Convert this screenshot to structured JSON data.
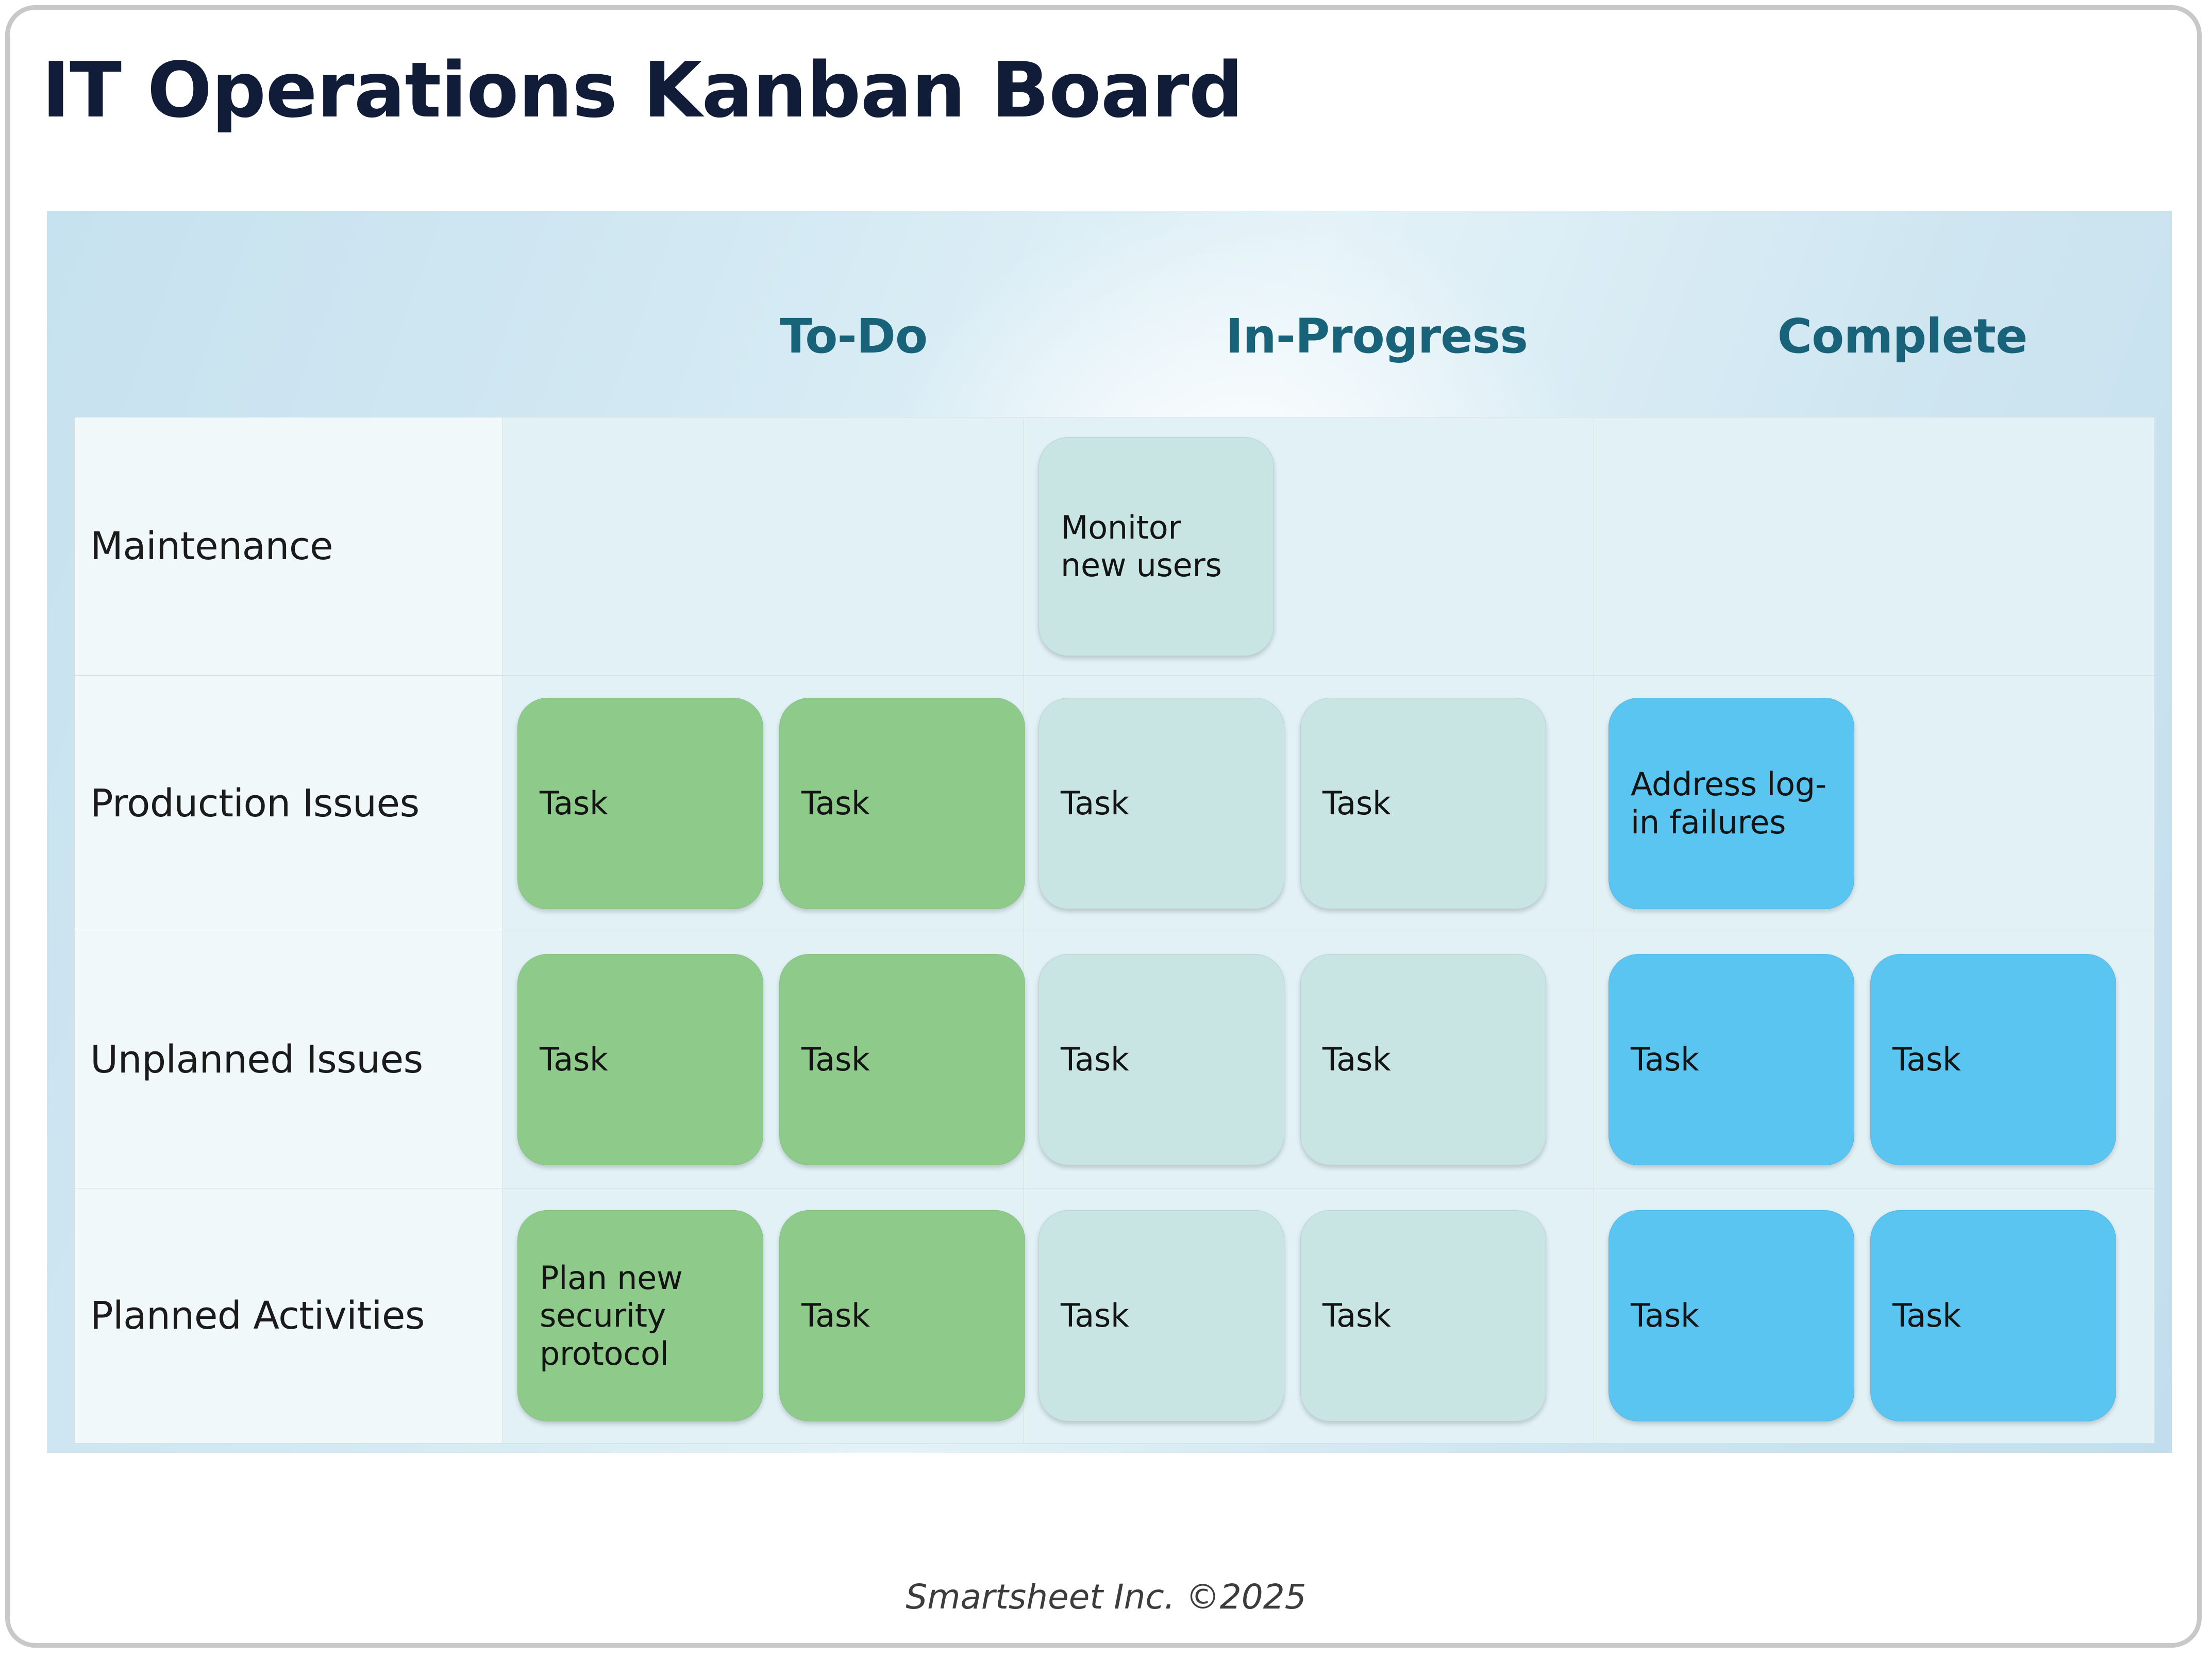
{
  "page": {
    "title": "IT Operations Kanban Board",
    "footer": "Smartsheet Inc. ©2025"
  },
  "colors": {
    "title_text": "#101c38",
    "column_header_text": "#186379",
    "panel_gradient_start": "#c6e1ef",
    "panel_gradient_end": "#c2deee",
    "row_label_cell_bg": "#f0f8fa",
    "lane_cell_bg": "#e1f1f6",
    "card_todo": "#8ecb8a",
    "card_in_progress": "#c8e5e3",
    "card_complete": "#5ac5f0",
    "grid_line": "#d7dfe2"
  },
  "board": {
    "columns": [
      {
        "id": "todo",
        "label": "To-Do"
      },
      {
        "id": "in-progress",
        "label": "In-Progress"
      },
      {
        "id": "complete",
        "label": "Complete"
      }
    ],
    "rows": [
      {
        "id": "maintenance",
        "label": "Maintenance",
        "cells": {
          "todo": [],
          "in-progress": [
            {
              "text": "Monitor new users"
            }
          ],
          "complete": []
        }
      },
      {
        "id": "production-issues",
        "label": "Production Issues",
        "cells": {
          "todo": [
            {
              "text": "Task"
            },
            {
              "text": "Task"
            }
          ],
          "in-progress": [
            {
              "text": "Task"
            },
            {
              "text": "Task"
            }
          ],
          "complete": [
            {
              "text": "Address log-in failures"
            }
          ]
        }
      },
      {
        "id": "unplanned-issues",
        "label": "Unplanned Issues",
        "cells": {
          "todo": [
            {
              "text": "Task"
            },
            {
              "text": "Task"
            }
          ],
          "in-progress": [
            {
              "text": "Task"
            },
            {
              "text": "Task"
            }
          ],
          "complete": [
            {
              "text": "Task"
            },
            {
              "text": "Task"
            }
          ]
        }
      },
      {
        "id": "planned-activities",
        "label": "Planned Activities",
        "cells": {
          "todo": [
            {
              "text": "Plan new security protocol"
            },
            {
              "text": "Task"
            }
          ],
          "in-progress": [
            {
              "text": "Task"
            },
            {
              "text": "Task"
            }
          ],
          "complete": [
            {
              "text": "Task"
            },
            {
              "text": "Task"
            }
          ]
        }
      }
    ]
  }
}
